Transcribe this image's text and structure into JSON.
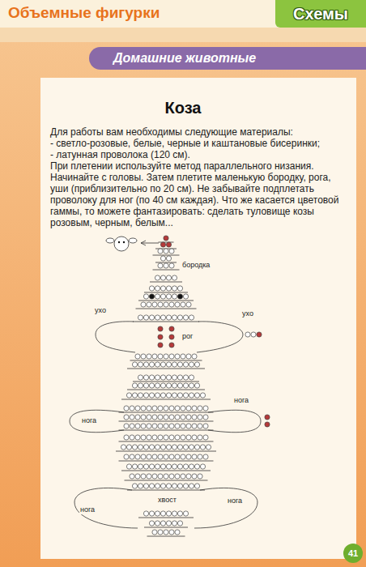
{
  "diagram": {
    "title": "Коза",
    "nodes": [
      {
        "text": [
          "Объемные фигурки"
        ]
      },
      {
        "text": [
          "Схемы"
        ]
      },
      {
        "text": [
          "Домашние животные"
        ]
      },
      {
        "text": [
          "41"
        ]
      }
    ],
    "labels": [
      "Для работы вам необходимы следующие материалы:",
      "- светло-розовые, белые, черные и каштановые бисеринки;",
      "- латунная проволока (120 см).",
      "При плетении используйте метод параллельного низания.",
      "Начинайте с головы. Затем плетите маленькую бородку, рога, уши (приблизительно по 20 см). Не забывайте подплетать проволоку для ног (по 40 см каждая). Что же касается цветовой гаммы, то можете фантазировать: сделать туловище козы розовым, черным, белым...",
      "бородка",
      "ухо",
      "рог",
      "ухо",
      "нога",
      "нога",
      "нога",
      "хвост",
      "нога"
    ]
  }
}
